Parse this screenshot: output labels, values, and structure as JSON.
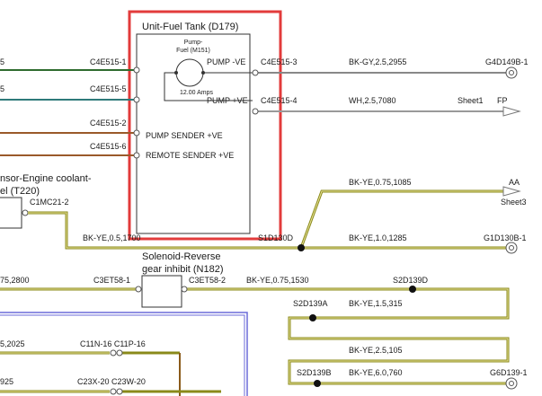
{
  "colors": {
    "highlight_box": "#e23b3b",
    "wire_dark_green": "#2e6b2e",
    "wire_green": "#3f8f3f",
    "wire_brown": "#9a5a2a",
    "wire_bk_ye": "#8a8a1a",
    "wire_bk_ye_fill": "#e8e29a",
    "wire_grey": "#888888",
    "frame_purple": "#6b6bd8"
  },
  "fuel_tank": {
    "title": "Unit-Fuel Tank (D179)",
    "pump_name_line1": "Pump-",
    "pump_name_line2": "Fuel (M151)",
    "pump_current": "12.00 Amps",
    "pins": [
      "PUMP -VE",
      "PUMP +VE",
      "PUMP SENDER +VE",
      "REMOTE SENDER +VE"
    ],
    "connector_left": [
      "C4E515-1",
      "C4E515-5",
      "C4E515-2",
      "C4E515-6"
    ],
    "connector_right": [
      "C4E515-3",
      "C4E515-4"
    ]
  },
  "left_stubs": [
    "5",
    "5"
  ],
  "wires": {
    "pump_neg": {
      "spec": "BK-GY,2.5,2955",
      "dest": "G4D149B-1"
    },
    "pump_pos": {
      "spec": "WH,2.5,7080",
      "dest_sheet": "Sheet1",
      "dest_signal": "FP"
    },
    "aa_branch": {
      "spec": "BK-YE,0.75,1085",
      "dest_signal": "AA",
      "dest_sheet": "Sheet3"
    },
    "ground_d130": {
      "splice": "S1D130D",
      "spec": "BK-YE,1.0,1285",
      "dest": "G1D130B-1"
    },
    "coolant_out": {
      "spec": "BK-YE,0.5,1700"
    },
    "left_row_1": {
      "spec": "75,2800"
    },
    "solenoid_out": {
      "spec": "BK-YE,0.75,1530",
      "splice": "S2D139D"
    },
    "splice_a": {
      "name": "S2D139A",
      "spec": "BK-YE,1.5,315"
    },
    "middle_run": {
      "spec": "BK-YE,2.5,105"
    },
    "splice_b": {
      "name": "S2D139B",
      "spec": "BK-YE,6.0,760",
      "dest": "G6D139-1"
    },
    "left_row_2": {
      "spec": "5,2025"
    },
    "left_row_3": {
      "spec": "925"
    }
  },
  "coolant_sensor": {
    "title_line1": "nsor-Engine coolant-",
    "title_line2": "el (T220)",
    "connector": "C1MC21-2"
  },
  "solenoid": {
    "title_line1": "Solenoid-Reverse",
    "title_line2": "gear inhibit (N182)",
    "connector_left": "C3ET58-1",
    "connector_right": "C3ET58-2"
  },
  "bottom_connectors": {
    "row1": "C11N-16 C11P-16",
    "row2": "C23X-20 C23W-20"
  }
}
